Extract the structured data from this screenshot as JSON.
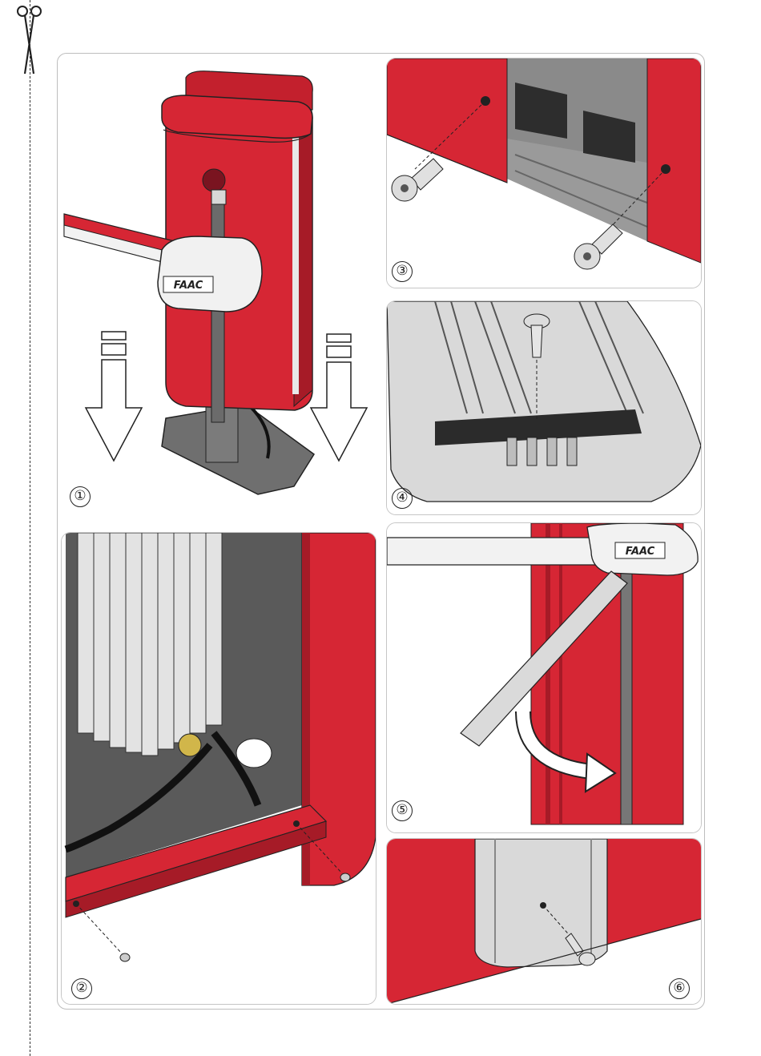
{
  "document": {
    "brand_logo": "FAAC",
    "steps": [
      {
        "number": "①"
      },
      {
        "number": "②"
      },
      {
        "number": "③"
      },
      {
        "number": "④"
      },
      {
        "number": "⑤"
      },
      {
        "number": "⑥"
      }
    ]
  },
  "colors": {
    "housing_red": "#d62634",
    "dark_red": "#a61b27",
    "steel_gray": "#6e6e6e",
    "aluminum": "#d8d8d8",
    "outline": "#222222"
  },
  "icons": [
    "scissors-icon",
    "down-arrow-icon",
    "screw-icon",
    "curved-arrow-icon"
  ]
}
